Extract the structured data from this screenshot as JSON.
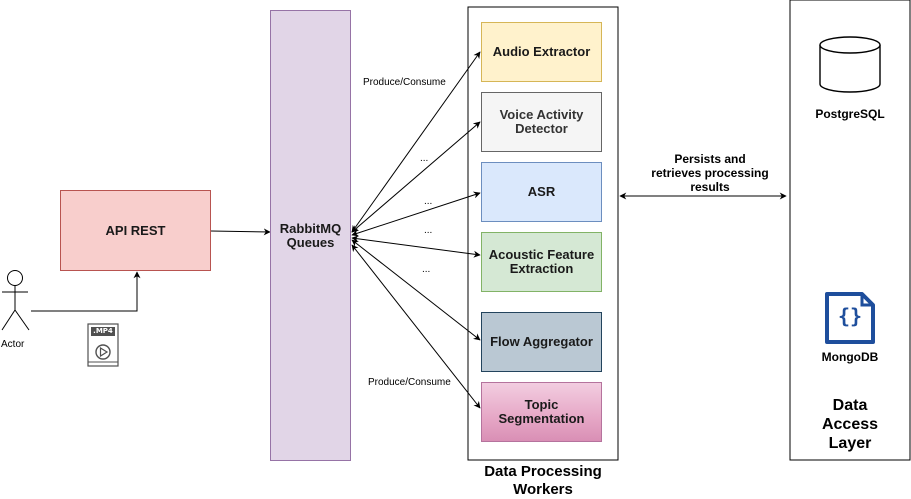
{
  "actor": {
    "label": "Actor"
  },
  "file_icon": {
    "ext": ".MP4"
  },
  "api": {
    "label": "API REST"
  },
  "queue": {
    "label_line1": "RabbitMQ",
    "label_line2": "Queues"
  },
  "workers": {
    "title_line1": "Data Processing",
    "title_line2": "Workers",
    "items": [
      {
        "line1": "Audio Extractor",
        "line2": "",
        "fill": "#fff2cc",
        "stroke": "#d6b656"
      },
      {
        "line1": "Voice Activity",
        "line2": "Detector",
        "fill": "#f5f5f5",
        "stroke": "#666666"
      },
      {
        "line1": "ASR",
        "line2": "",
        "fill": "#dae8fc",
        "stroke": "#6c8ebf"
      },
      {
        "line1": "Acoustic Feature",
        "line2": "Extraction",
        "fill": "#d5e8d4",
        "stroke": "#82b366"
      },
      {
        "line1": "Flow Aggregator",
        "line2": "",
        "fill": "#bac8d3",
        "stroke": "#23445d"
      },
      {
        "line1": "Topic",
        "line2": "Segmentation",
        "fill": "#e6a7c6",
        "stroke": "#b5739d"
      }
    ]
  },
  "edge_labels": {
    "produce_top": "Produce/Consume",
    "produce_bottom": "Produce/Consume",
    "ellipsis_1": "...",
    "ellipsis_2": "...",
    "ellipsis_3": "...",
    "ellipsis_4": "...",
    "persist_line1": "Persists and",
    "persist_line2": "retrieves processing",
    "persist_line3": "results"
  },
  "dal": {
    "title_line1": "Data",
    "title_line2": "Access",
    "title_line3": "Layer",
    "postgres": "PostgreSQL",
    "mongo": "MongoDB",
    "mongo_glyph": "{}"
  },
  "colors": {
    "api_fill": "#f8cecc",
    "api_stroke": "#b85450",
    "queue_fill": "#e1d5e7",
    "queue_stroke": "#9673a6",
    "mongo_blue": "#1e4e9c"
  }
}
